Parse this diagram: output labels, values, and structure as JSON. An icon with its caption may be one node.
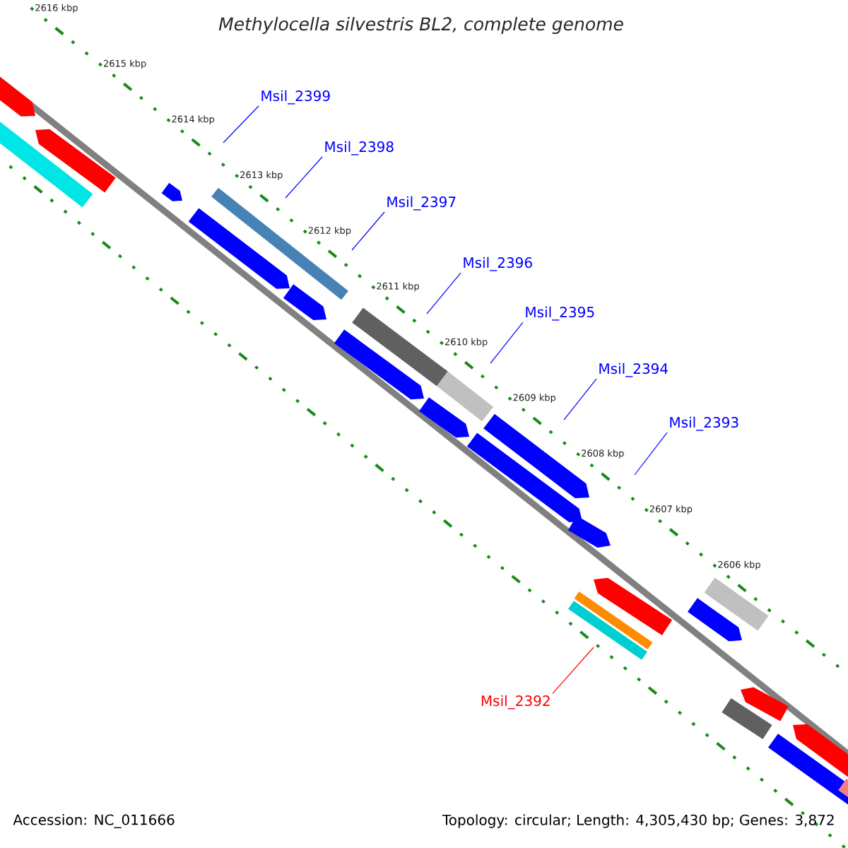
{
  "diagram": {
    "title": "Methylocella silvestris BL2, complete genome",
    "nodes": [
      {
        "text": [
          "Msil_2399"
        ]
      },
      {
        "text": [
          "Msil_2398"
        ]
      },
      {
        "text": [
          "Msil_2397"
        ]
      },
      {
        "text": [
          "Msil_2396"
        ]
      },
      {
        "text": [
          "Msil_2395"
        ]
      },
      {
        "text": [
          "Msil_2394"
        ]
      },
      {
        "text": [
          "Msil_2393"
        ]
      },
      {
        "text": [
          "Msil_2392"
        ]
      }
    ],
    "edges": [
      {
        "from": 0,
        "to": null,
        "arrow": "none"
      },
      {
        "from": 1,
        "to": null,
        "arrow": "none"
      },
      {
        "from": 2,
        "to": null,
        "arrow": "none"
      },
      {
        "from": 3,
        "to": null,
        "arrow": "none"
      },
      {
        "from": 4,
        "to": null,
        "arrow": "none"
      },
      {
        "from": 5,
        "to": null,
        "arrow": "none"
      },
      {
        "from": 6,
        "to": null,
        "arrow": "none"
      },
      {
        "from": 7,
        "to": null,
        "arrow": "none",
        "color": "#ff0000"
      }
    ],
    "labels": [
      "2616 kbp",
      "2615 kbp",
      "2614 kbp",
      "2613 kbp",
      "2612 kbp",
      "2611 kbp",
      "2610 kbp",
      "2609 kbp",
      "2608 kbp",
      "2607 kbp",
      "2606 kbp",
      "Accession: NC_011666",
      "Topology: circular; Length: 4,305,430 bp; Genes: 3,872"
    ]
  }
}
